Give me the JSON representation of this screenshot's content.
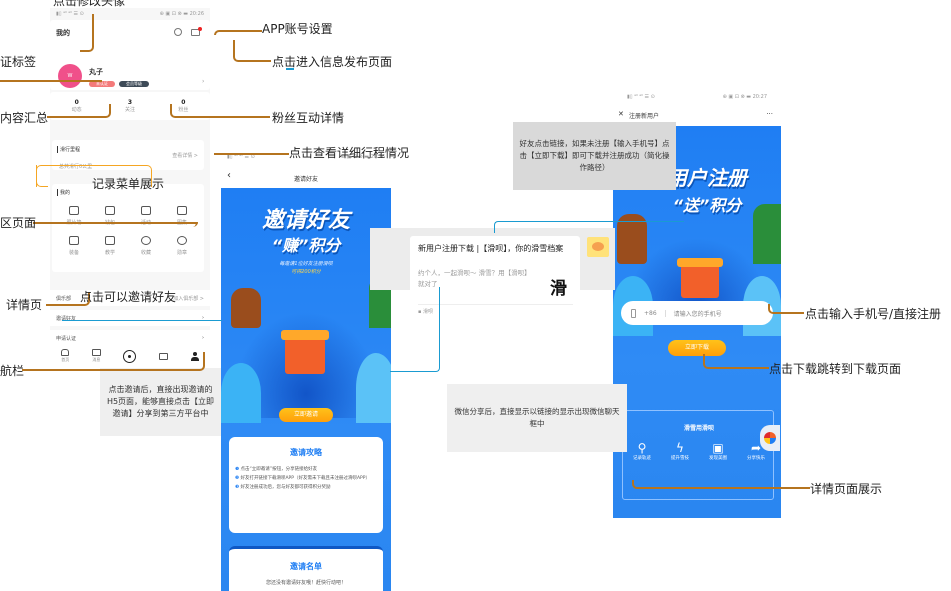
{
  "annotations": {
    "change_avatar": "点击修改头像",
    "cert_tag": "证标签",
    "content_summary": "内容汇总",
    "app_settings": "APP账号设置",
    "publish_page": "点击进入信息发布页面",
    "fans_detail": "粉丝互动详情",
    "trip_detail": "点击查看详细行程情况",
    "record_menu": "记录菜单展示",
    "zone_page": "区页面",
    "detail_page": "详情页",
    "invite_friends": "点击可以邀请好友",
    "nav_bar": "航栏",
    "input_phone": "点击输入手机号/直接注册",
    "download_jump": "点击下载跳转到下载页面",
    "detail_show": "详情页面展示"
  },
  "notes": {
    "invite_h5": "点击邀请后，直接出现邀请的H5页面，能够直接点击【立即邀请】分享到第三方平台中",
    "wechat_share": "微信分享后，直接显示以链接的显示出现微信聊天框中",
    "friend_click": "好友点击链接，如果未注册【输入手机号】点击【立即下载】即可下载并注册成功（简化操作路径）"
  },
  "profile_screen": {
    "status_left": "▮▯ ᵃˡˡ ᵃˡˡ ☰ ⊙",
    "status_right": "⊕ ▣ ⊡ ⊗ ▬ 20:26",
    "title": "我的",
    "username": "丸子",
    "avatar_text": "W",
    "badge_cert": "未认证",
    "badge_level": "会员等级",
    "stats": [
      {
        "value": "0",
        "label": "动态"
      },
      {
        "value": "3",
        "label": "关注"
      },
      {
        "value": "0",
        "label": "粉丝"
      }
    ],
    "trip_title": "滑行里程",
    "trip_link": "查看详情 >",
    "trip_sub": "总共滑行0公里",
    "my_title": "我的",
    "menu": [
      {
        "icon": "photo-icon",
        "label": "照片墙"
      },
      {
        "icon": "wallet-icon",
        "label": "钱包"
      },
      {
        "icon": "gift-icon",
        "label": "活动"
      },
      {
        "icon": "book-icon",
        "label": "图集"
      },
      {
        "icon": "bag-icon",
        "label": "装备"
      },
      {
        "icon": "notebook-icon",
        "label": "教学"
      },
      {
        "icon": "star-icon",
        "label": "收藏"
      },
      {
        "icon": "medal-icon",
        "label": "勋章"
      }
    ],
    "club_label": "俱乐部",
    "club_hint": "加入俱乐部 >",
    "invite_label": "邀请好友",
    "cert_label": "申请认证",
    "nav": [
      {
        "icon": "home-icon",
        "label": "首页"
      },
      {
        "icon": "message-icon",
        "label": "消息"
      },
      {
        "icon": "record-icon",
        "label": ""
      },
      {
        "icon": "chat-icon",
        "label": ""
      },
      {
        "icon": "user-icon",
        "label": ""
      }
    ]
  },
  "invite_screen": {
    "status_left": "▮▯ ᵃˡˡ ᵃˡˡ ☰ ⊙",
    "status_right": "⊕ ▣ ⊡ ⊗ ▬ 20:26",
    "back": "‹",
    "title": "邀请好友",
    "hero_line1": "邀请好友",
    "hero_line2": "“赚”积分",
    "hero_sub1": "每邀请1位好友注册滑呗",
    "hero_sub2": "可得200积分",
    "invite_btn": "立即邀请",
    "strategy_title": "邀请攻略",
    "steps": [
      "点击“立即邀请”按钮，分享链接给好友",
      "好友打开链接下载滑呗APP（好友需未下载且未注册过滑呗APP）",
      "好友注册成功后，您与好友都可获得积分奖励"
    ],
    "list_title": "邀请名单",
    "list_empty": "您还没有邀请好友哦！赶快行动吧！"
  },
  "share_card": {
    "title": "新用户注册下载 |【滑呗】，你的滑雪档案",
    "desc": "约个人，一起滑呗～ 滑雪？用【滑呗】就对了",
    "logo_char": "滑",
    "source": "滑呗"
  },
  "register_screen": {
    "status_left": "▮▯ ᵃˡˡ ᵃˡˡ ☰ ⊙",
    "status_right": "⊕ ▣ ⊡ ⊗ ▬ 20:27",
    "close": "✕",
    "title": "注册新用户",
    "more": "···",
    "hero_line1": "新用户注册",
    "hero_line2": "“送”积分",
    "country_code": "+86",
    "phone_placeholder": "请输入您的手机号",
    "download_btn": "立即下载",
    "features_title": "滑雪用滑呗",
    "features": [
      {
        "icon": "location-icon",
        "label": "记录轨迹"
      },
      {
        "icon": "lightning-icon",
        "label": "提升雪技"
      },
      {
        "icon": "image-icon",
        "label": "发现美图"
      },
      {
        "icon": "share-icon",
        "label": "分享快乐"
      }
    ]
  },
  "colors": {
    "annotation_line": "#b5741f",
    "highlight_line": "#1a9bd1",
    "primary_blue": "#1f7ef3",
    "accent_orange": "#ffa812",
    "avatar_pink": "#f0508a"
  }
}
